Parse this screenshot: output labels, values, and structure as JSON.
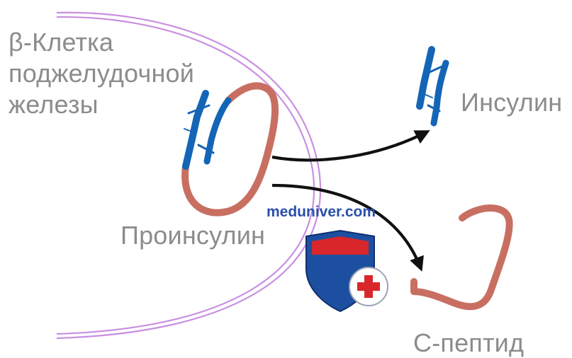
{
  "labels": {
    "cell_line1": "β-Клетка",
    "cell_line2": "поджелудочной",
    "cell_line3": "железы",
    "insulin": "Инсулин",
    "proinsulin": "Проинсулин",
    "c_peptide": "С-пептид"
  },
  "watermark": {
    "text": "meduniver.com"
  },
  "colors": {
    "membrane": "#c98fe0",
    "chain": "#c86f62",
    "insulin_blue": "#1565b6",
    "arrow": "#111111",
    "label": "#8c8c8c",
    "shield_blue": "#1d4fa0",
    "shield_red": "#d9262a"
  },
  "icons": [
    "shield-icon",
    "medical-cross-icon"
  ]
}
